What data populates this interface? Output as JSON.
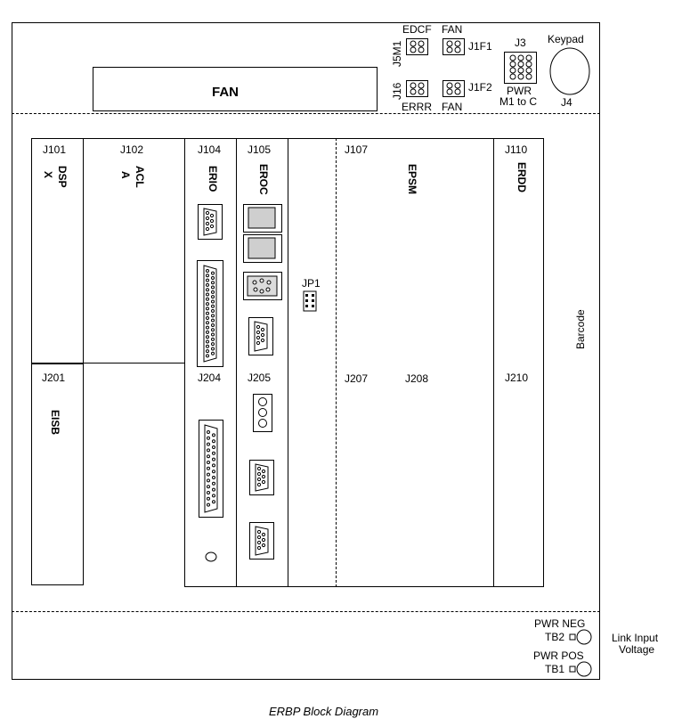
{
  "top": {
    "fan_main": "FAN",
    "edcf": "EDCF",
    "j5m1": "J5M1",
    "fan_top_right": "FAN",
    "j1f1": "J1F1",
    "j16": "J16",
    "j1f2": "J1F2",
    "errr": "ERRR",
    "fan_bottom_right": "FAN",
    "j3": "J3",
    "pwr": "PWR",
    "m1_to_c": "M1 to C",
    "keypad": "Keypad",
    "j4": "J4"
  },
  "slots": {
    "j101": "J101",
    "dsp": "DSP",
    "x": "X",
    "j102": "J102",
    "acl": "ACL",
    "a": "A",
    "j104": "J104",
    "erio": "ERIO",
    "j105": "J105",
    "eroc": "EROC",
    "jp1": "JP1",
    "j107": "J107",
    "epsm": "EPSM",
    "j110": "J110",
    "erdd": "ERDD",
    "j201": "J201",
    "eisb": "EISB",
    "j204": "J204",
    "j205": "J205",
    "j207": "J207",
    "j208": "J208",
    "j210": "J210",
    "barcode": "Barcode"
  },
  "power": {
    "pwr_neg": "PWR NEG",
    "tb2": "TB2",
    "pwr_pos": "PWR POS",
    "tb1": "TB1",
    "link_input": "Link Input",
    "voltage": "Voltage"
  },
  "caption": "ERBP Block Diagram"
}
